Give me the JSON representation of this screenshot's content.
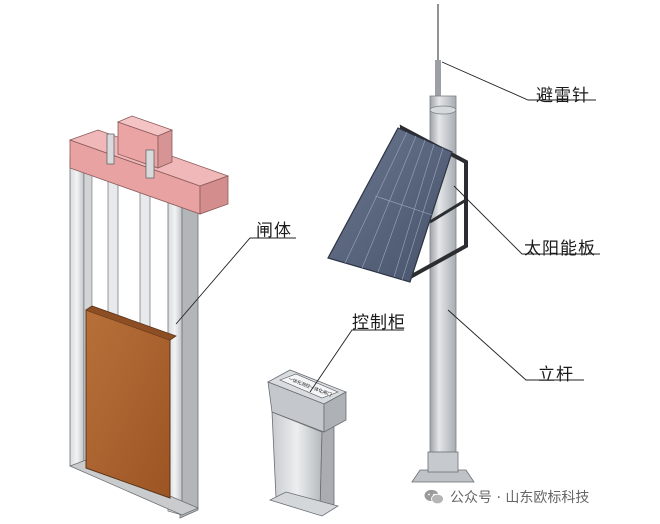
{
  "labels": {
    "lightning_rod": "避雷针",
    "solar_panel": "太阳能板",
    "gate_body": "闸体",
    "control_cabinet": "控制柜",
    "pole": "立杆"
  },
  "cabinet_plate_text": "一体化测控一体化闸门",
  "watermark": "公众号 · 山东欧标科技",
  "colors": {
    "gate_top": "#e9a2a2",
    "gate_leaf": "#b0652e",
    "frame": "#c9cbcd",
    "pole": "#bfc3c8",
    "panel": "#55627a",
    "bracket": "#2b2d30"
  }
}
